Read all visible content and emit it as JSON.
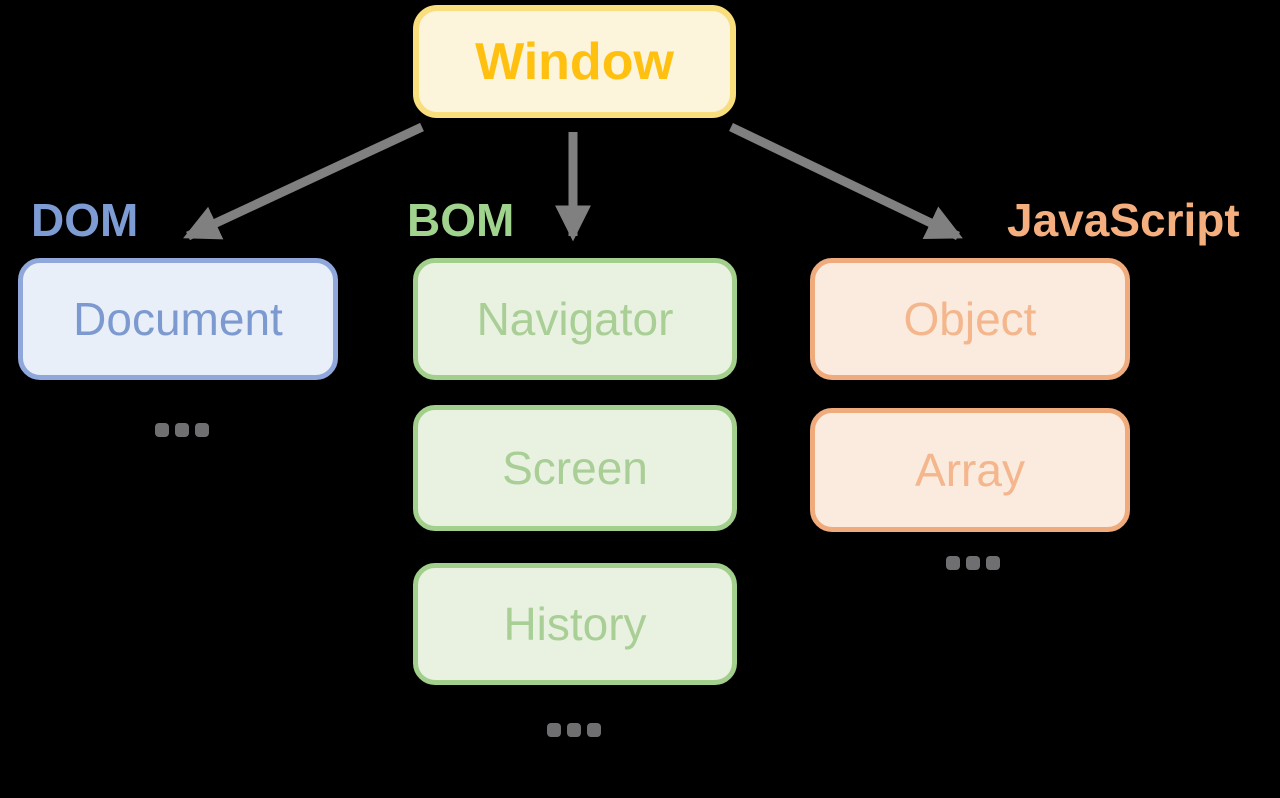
{
  "diagram": {
    "title_hint": "Window object hierarchy (DOM / BOM / JavaScript)",
    "background": "#000000",
    "arrow_color": "#808080",
    "ellipsis_color": "#6F6F72",
    "root": {
      "label": "Window",
      "fill": "#FCF4DB",
      "border": "#F9DE7E",
      "text": "#FFC010"
    },
    "groups": [
      {
        "label": "DOM",
        "label_color": "#7E9CD4",
        "node_fill": "#E9EFF9",
        "node_border": "#8FA7DB",
        "node_text": "#7D9AD0",
        "nodes": [
          "Document"
        ],
        "has_ellipsis": true
      },
      {
        "label": "BOM",
        "label_color": "#A0D38E",
        "node_fill": "#E9F2E1",
        "node_border": "#A2CF8C",
        "node_text": "#A9CF97",
        "nodes": [
          "Navigator",
          "Screen",
          "History"
        ],
        "has_ellipsis": true
      },
      {
        "label": "JavaScript",
        "label_color": "#F5AF7F",
        "node_fill": "#FBEADE",
        "node_border": "#EFAB7C",
        "node_text": "#F4B68C",
        "nodes": [
          "Object",
          "Array"
        ],
        "has_ellipsis": true
      }
    ]
  }
}
